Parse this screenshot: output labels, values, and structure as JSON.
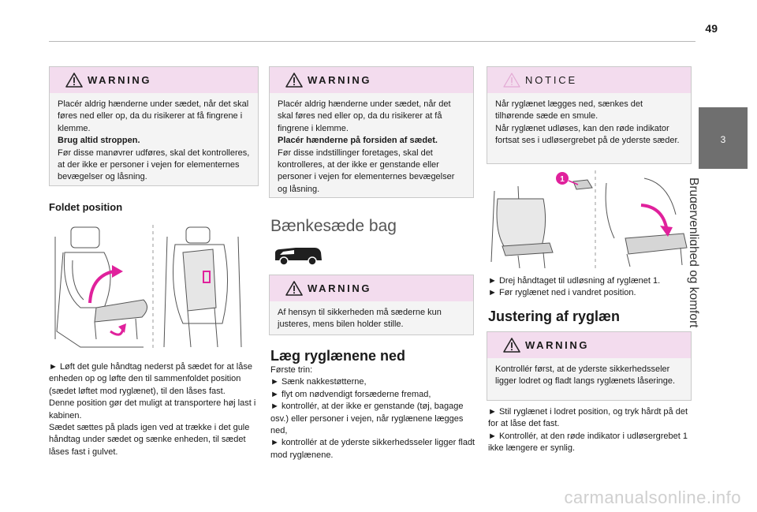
{
  "page": {
    "number": "49",
    "chapter_tab": "3",
    "chapter_title": "Brugervenlighed og komfort"
  },
  "col1": {
    "warning": {
      "title": "WARNING",
      "p1": "Placér aldrig hænderne under sædet, når det skal føres ned eller op, da du risikerer at få fingrene i klemme.",
      "p2_bold": "Brug altid stroppen.",
      "p3": "Før disse manøvrer udføres, skal det kontrolleres, at der ikke er personer i vejen for elementernes bevægelser og låsning."
    },
    "heading": "Foldet position",
    "text": [
      "► Løft det gule håndtag nederst på sædet for at låse enheden op og løfte den til sammenfoldet position (sædet løftet mod ryglænet), til den låses fast.",
      "Denne position gør det muligt at transportere høj last i kabinen.",
      "Sædet sættes på plads igen ved at trække i det gule håndtag under sædet og sænke enheden, til sædet låses fast i gulvet."
    ]
  },
  "col2": {
    "warning1": {
      "title": "WARNING",
      "p1": "Placér aldrig hænderne under sædet, når det skal føres ned eller op, da du risikerer at få fingrene i klemme.",
      "p2_bold": "Placér hænderne på forsiden af sædet.",
      "p3": "Før disse indstillinger foretages, skal det kontrolleres, at der ikke er genstande eller personer i vejen for elementernes bevægelser og låsning."
    },
    "section_title": "Bænkesæde bag",
    "warning2": {
      "title": "WARNING",
      "p1": "Af hensyn til sikkerheden må sæderne kun justeres, mens bilen holder stille."
    },
    "heading": "Læg ryglænene ned",
    "text": [
      "Første trin:",
      "► Sænk nakkestøtterne,",
      "► flyt om nødvendigt forsæderne fremad,",
      "► kontrollér, at der ikke er genstande (tøj, bagage osv.) eller personer i vejen, når ryglænene lægges ned,",
      "► kontrollér at de yderste sikkerhedsseler ligger fladt mod ryglænene."
    ]
  },
  "col3": {
    "notice": {
      "title": "NOTICE",
      "p1": "Når ryglænet lægges ned, sænkes det tilhørende sæde en smule.",
      "p2": "Når ryglænet udløses, kan den røde indikator fortsat ses i udløsergrebet på de yderste sæder."
    },
    "callout": "1",
    "steps": [
      "► Drej håndtaget til udløsning af ryglænet 1.",
      "► Før ryglænet ned i vandret position."
    ],
    "heading": "Justering af ryglæn",
    "warning": {
      "title": "WARNING",
      "p1": "Kontrollér først, at de yderste sikkerhedsseler ligger lodret og fladt langs ryglænets låseringe."
    },
    "text": [
      "► Stil ryglænet i lodret position, og tryk hårdt på det for at låse det fast.",
      "► Kontrollér, at den røde indikator i udløsergrebet 1 ikke længere er synlig."
    ]
  },
  "footer": {
    "watermark": "carmanualsonline.info"
  },
  "colors": {
    "warning_header": "#f3dcee",
    "box_bg": "#f4f4f4",
    "tab": "#6f6f6f",
    "arrow": "#e0219c"
  }
}
